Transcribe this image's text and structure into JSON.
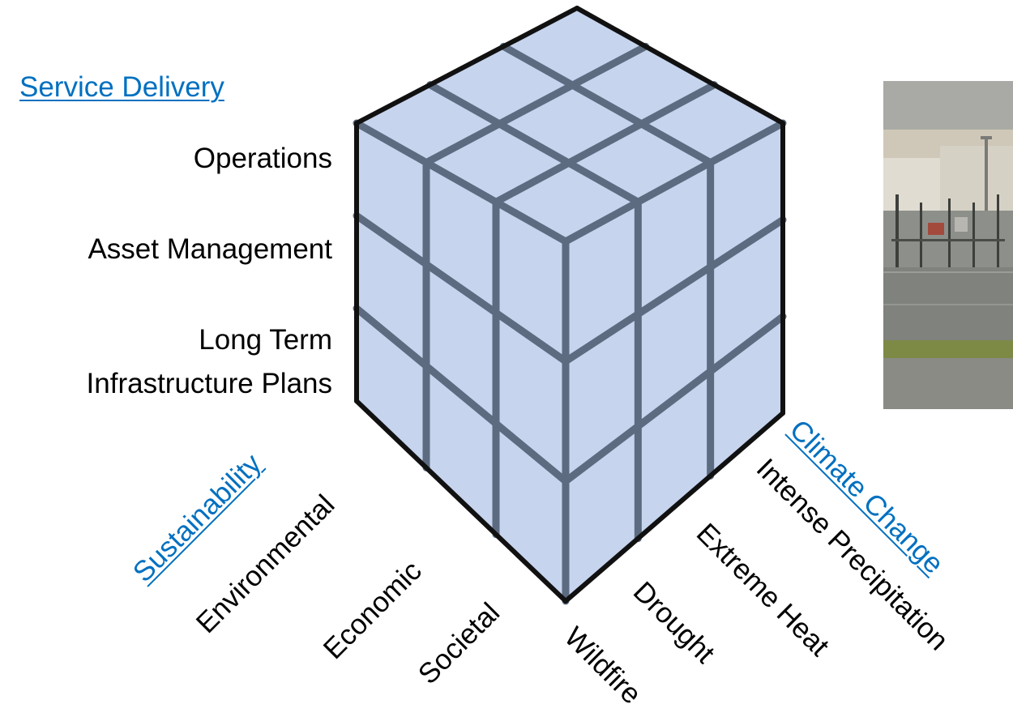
{
  "service_delivery": {
    "heading": "Service Delivery",
    "items": [
      "Operations",
      "Asset Management",
      "Long Term",
      "Infrastructure Plans"
    ]
  },
  "sustainability": {
    "heading": "Sustainability",
    "items": [
      "Environmental",
      "Economic",
      "Societal"
    ]
  },
  "climate_change": {
    "heading": "Climate Change",
    "items": [
      "Intense Precipitation",
      "Extreme Heat",
      "Drought",
      "Wildfire"
    ]
  },
  "colors": {
    "link": "#0070c0",
    "cube_fill": "#c6d4ee",
    "cube_grid": "#5c6b80",
    "cube_edge": "#111111"
  }
}
